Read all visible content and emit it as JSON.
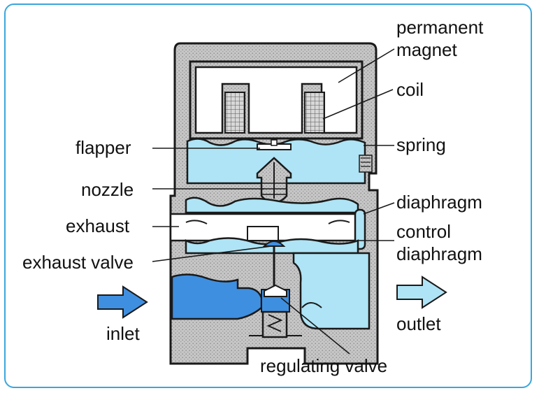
{
  "colors": {
    "frame_border": "#3aa6dd",
    "housing_fill": "#c9c9c9",
    "light_fluid": "#aee4f5",
    "dark_fluid": "#3f8fe0",
    "outline": "#1a1a1a",
    "arrow_inlet": "#3f8fe0",
    "arrow_outlet": "#aee4f5"
  },
  "labels": {
    "permanent_magnet_line1": "permanent",
    "permanent_magnet_line2": "magnet",
    "coil": "coil",
    "spring": "spring",
    "flapper": "flapper",
    "nozzle": "nozzle",
    "diaphragm": "diaphragm",
    "exhaust": "exhaust",
    "control_diaphragm_line1": "control",
    "control_diaphragm_line2": "diaphragm",
    "exhaust_valve": "exhaust valve",
    "inlet": "inlet",
    "outlet": "outlet",
    "regulating_valve": "regulating valve"
  },
  "icons": {
    "inlet_arrow": "arrow-right-icon",
    "outlet_arrow": "arrow-right-icon"
  }
}
